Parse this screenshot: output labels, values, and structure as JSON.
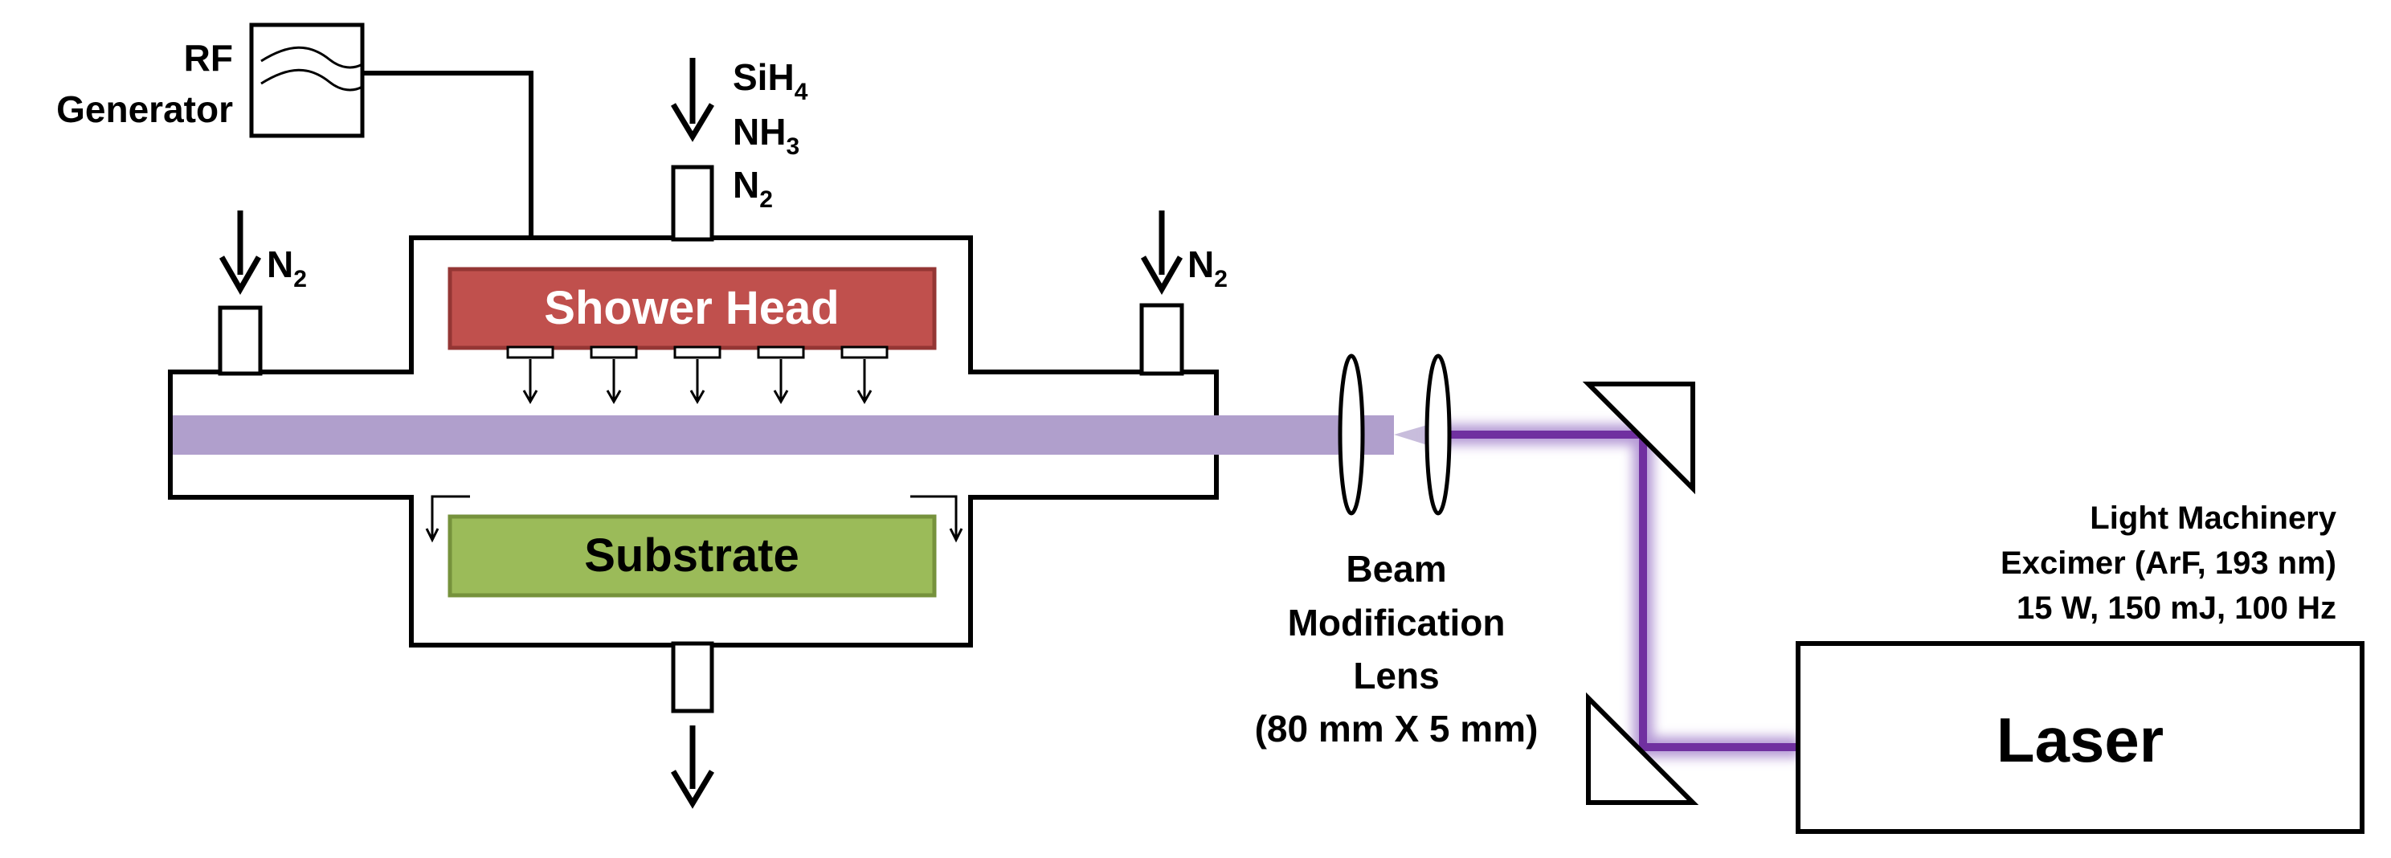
{
  "rf_generator": {
    "line1": "RF",
    "line2": "Generator"
  },
  "gas_inlet_main": {
    "gas1": "SiH",
    "gas1_sub": "4",
    "gas2": "NH",
    "gas2_sub": "3",
    "gas3": "N",
    "gas3_sub": "2"
  },
  "gas_inlet_left": {
    "gas": "N",
    "gas_sub": "2"
  },
  "gas_inlet_right": {
    "gas": "N",
    "gas_sub": "2"
  },
  "shower_head": {
    "label": "Shower Head",
    "color": "#c0504d",
    "border": "#943634"
  },
  "substrate": {
    "label": "Substrate",
    "color": "#9bbb59",
    "border": "#76923c"
  },
  "beam": {
    "color": "#b09fcc",
    "laser_color": "#7030a0"
  },
  "lens": {
    "line1": "Beam",
    "line2": "Modification",
    "line3": "Lens",
    "line4": "(80 mm X 5 mm)"
  },
  "laser_spec": {
    "line1": "Light Machinery",
    "line2": "Excimer (ArF, 193 nm)",
    "line3": "15 W, 150 mJ, 100 Hz"
  },
  "laser": {
    "label": "Laser"
  }
}
